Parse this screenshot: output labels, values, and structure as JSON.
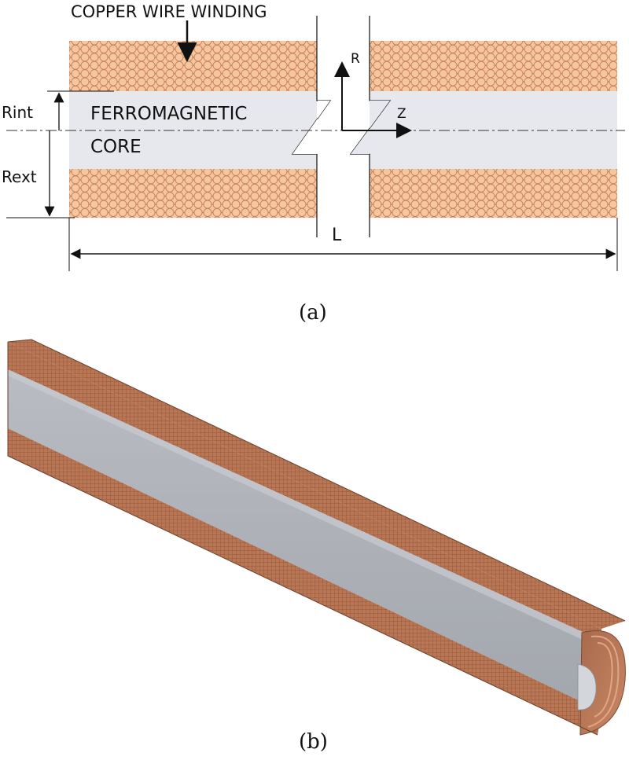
{
  "panel_a": {
    "winding_label": "COPPER WIRE WINDING",
    "core_label_line1": "FERROMAGNETIC",
    "core_label_line2": "CORE",
    "rint_label": "Rint",
    "rext_label": "Rext",
    "axis_r_label": "R",
    "axis_z_label": "Z",
    "length_label": "L",
    "caption": "(a)"
  },
  "panel_b": {
    "caption": "(b)"
  },
  "colors": {
    "copper_fill": "#f2b98e",
    "copper_edge": "#c9845a",
    "core_fill": "#e6e8ee",
    "core_3d_top": "#a9adb4",
    "copper_3d": "#b8785a"
  }
}
